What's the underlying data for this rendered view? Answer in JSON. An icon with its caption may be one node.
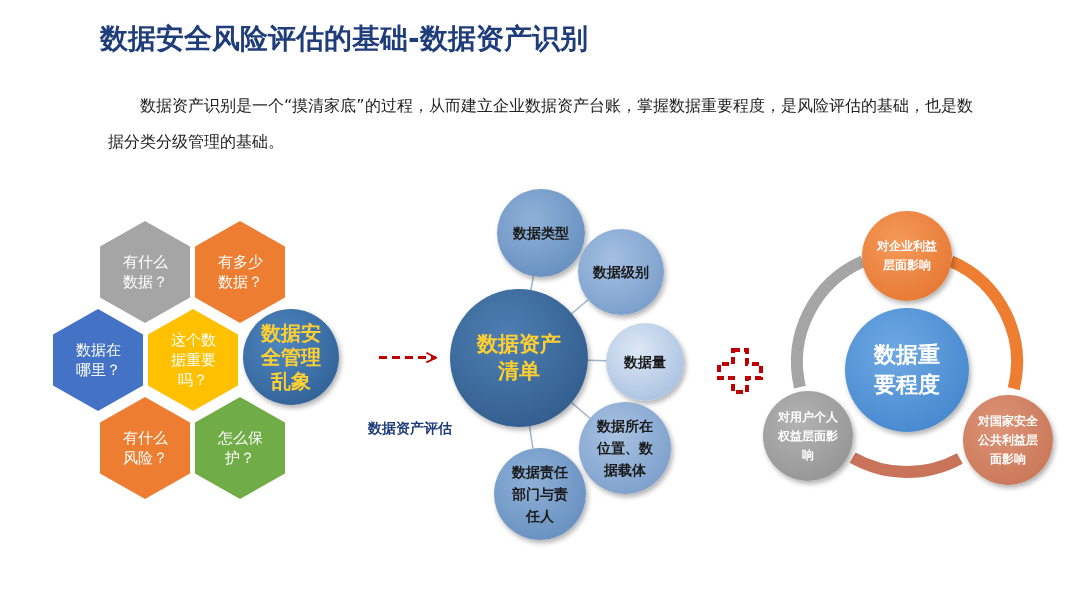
{
  "diagram": {
    "title": "数据安全风险评估的基础-数据资产识别",
    "nodes": [
      {
        "text": [
          "有什么数据？"
        ]
      },
      {
        "text": [
          "有多少数据？"
        ]
      },
      {
        "text": [
          "数据在哪里？"
        ]
      },
      {
        "text": [
          "这个数据重要吗？"
        ]
      },
      {
        "text": [
          "数据安全管理乱象"
        ]
      },
      {
        "text": [
          "有什么风险？"
        ]
      },
      {
        "text": [
          "怎么保护？"
        ]
      },
      {
        "text": [
          "数据资产清单"
        ]
      },
      {
        "text": [
          "数据类型"
        ]
      },
      {
        "text": [
          "数据级别"
        ]
      },
      {
        "text": [
          "数据量"
        ]
      },
      {
        "text": [
          "数据所在位置、数据载体"
        ]
      },
      {
        "text": [
          "数据责任部门与责任人"
        ]
      },
      {
        "text": [
          "数据重要程度"
        ]
      },
      {
        "text": [
          "对企业利益层面影响"
        ]
      },
      {
        "text": [
          "对国家安全公共利益层面影响"
        ]
      },
      {
        "text": [
          "对用户个人权益层面影响"
        ]
      }
    ],
    "edges": [
      {
        "from": 4,
        "to": 7,
        "arrow": "to",
        "label": "数据资产评估",
        "style": "dashed",
        "color": "#c00000"
      },
      {
        "from": 7,
        "to": 8,
        "arrow": "none"
      },
      {
        "from": 7,
        "to": 9,
        "arrow": "none"
      },
      {
        "from": 7,
        "to": 10,
        "arrow": "none"
      },
      {
        "from": 7,
        "to": 11,
        "arrow": "none"
      },
      {
        "from": 7,
        "to": 12,
        "arrow": "none"
      },
      {
        "from": 14,
        "to": 15,
        "arrow": "none",
        "style": "thick",
        "color": "#ed7d31"
      },
      {
        "from": 15,
        "to": 16,
        "arrow": "none",
        "style": "thick",
        "color": "#c8735a"
      },
      {
        "from": 16,
        "to": 14,
        "arrow": "none",
        "style": "thick",
        "color": "#a5a5a5"
      }
    ],
    "labels": [
      "数据资产识别是一个“摸清家底”的过程，从而建立企业数据资产台账，掌握数据重要程度，是风险评估的基础，也是数据分类分级管理的基础。"
    ]
  }
}
